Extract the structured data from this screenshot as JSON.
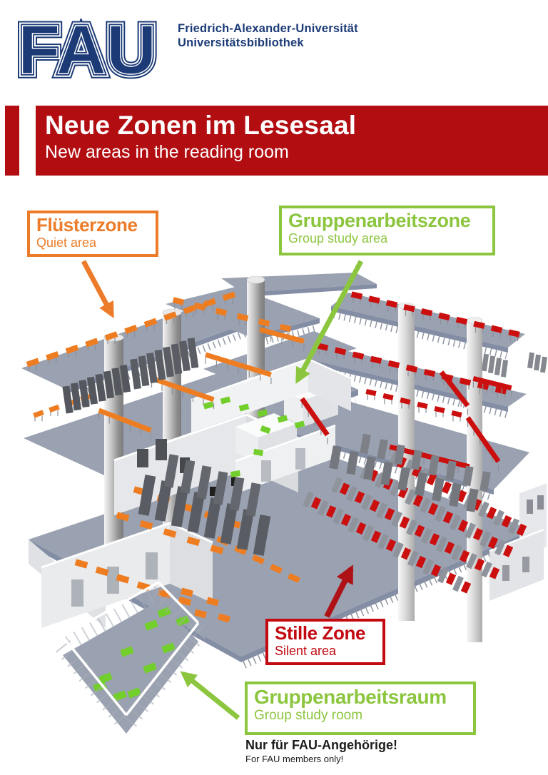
{
  "header": {
    "logo": "FAU",
    "org_line1": "Friedrich-Alexander-Universität",
    "org_line2": "Universitätsbibliothek"
  },
  "banner": {
    "title": "Neue Zonen im Lesesaal",
    "subtitle": "New areas in the reading room",
    "background": "#b20d11",
    "text_color": "#ffffff"
  },
  "zones": [
    {
      "id": "fluesterzone",
      "title": "Flüsterzone",
      "subtitle": "Quiet area",
      "color": "#ec7c29",
      "furniture_color": "#ee7d22"
    },
    {
      "id": "gruppenarbeitszone",
      "title": "Gruppenarbeitszone",
      "subtitle": "Group study area",
      "color": "#8cc63f",
      "furniture_color": "#72ce2a"
    },
    {
      "id": "stille-zone",
      "title": "Stille Zone",
      "subtitle": "Silent area",
      "color": "#c20a10",
      "furniture_color": "#cb0e0e"
    },
    {
      "id": "gruppenarbeitsraum",
      "title": "Gruppenarbeitsraum",
      "subtitle": "Group study room",
      "color": "#8cc63f",
      "furniture_color": "#72ce2a"
    }
  ],
  "note": {
    "line1": "Nur für FAU-Angehörige!",
    "line2": "For FAU members only!"
  },
  "colors": {
    "fau_blue": "#1b3a76",
    "floor_gray": "#9aa1b0",
    "shelf_gray": "#54575d",
    "wall_light": "#e8e9ec"
  }
}
